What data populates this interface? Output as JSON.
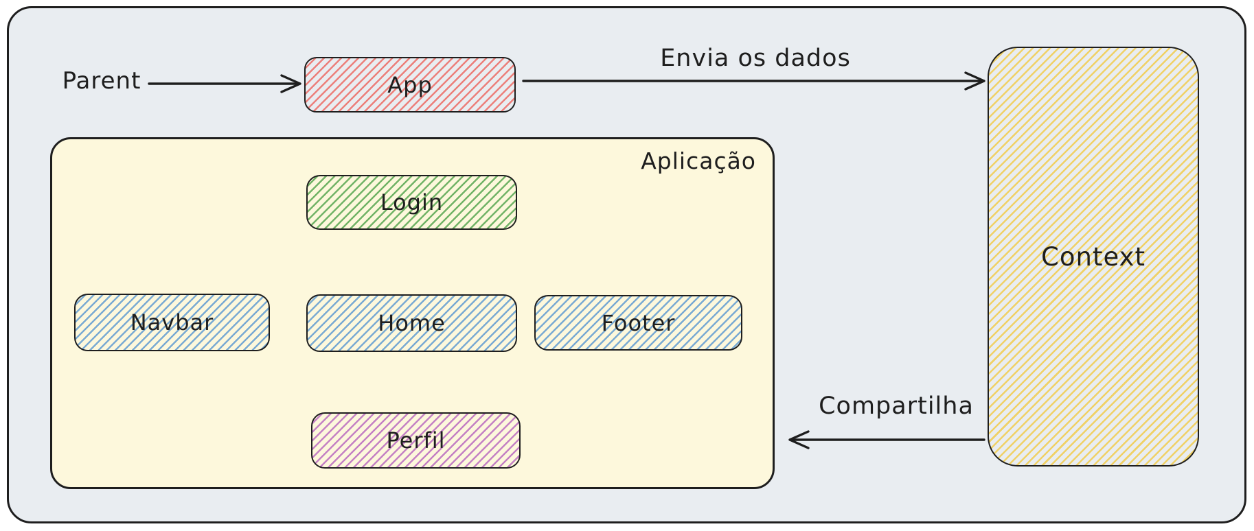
{
  "labels": {
    "parent": "Parent"
  },
  "nodes": {
    "app": "App",
    "context": "Context",
    "login": "Login",
    "navbar": "Navbar",
    "home": "Home",
    "footer": "Footer",
    "perfil": "Perfil"
  },
  "container": {
    "title": "Aplicação"
  },
  "edges": {
    "envia": "Envia os dados",
    "compartilha": "Compartilha"
  },
  "colors": {
    "page-bg": "#ffffff",
    "canvas-bg": "#e9edf1",
    "container-bg": "#fdf8dc",
    "ink": "#1e1e1e",
    "hatch-red": "#ec7f7a",
    "hatch-green": "#71b366",
    "hatch-blue": "#79aad3",
    "hatch-yellow": "#f0d166",
    "hatch-purple": "#c481c4"
  }
}
